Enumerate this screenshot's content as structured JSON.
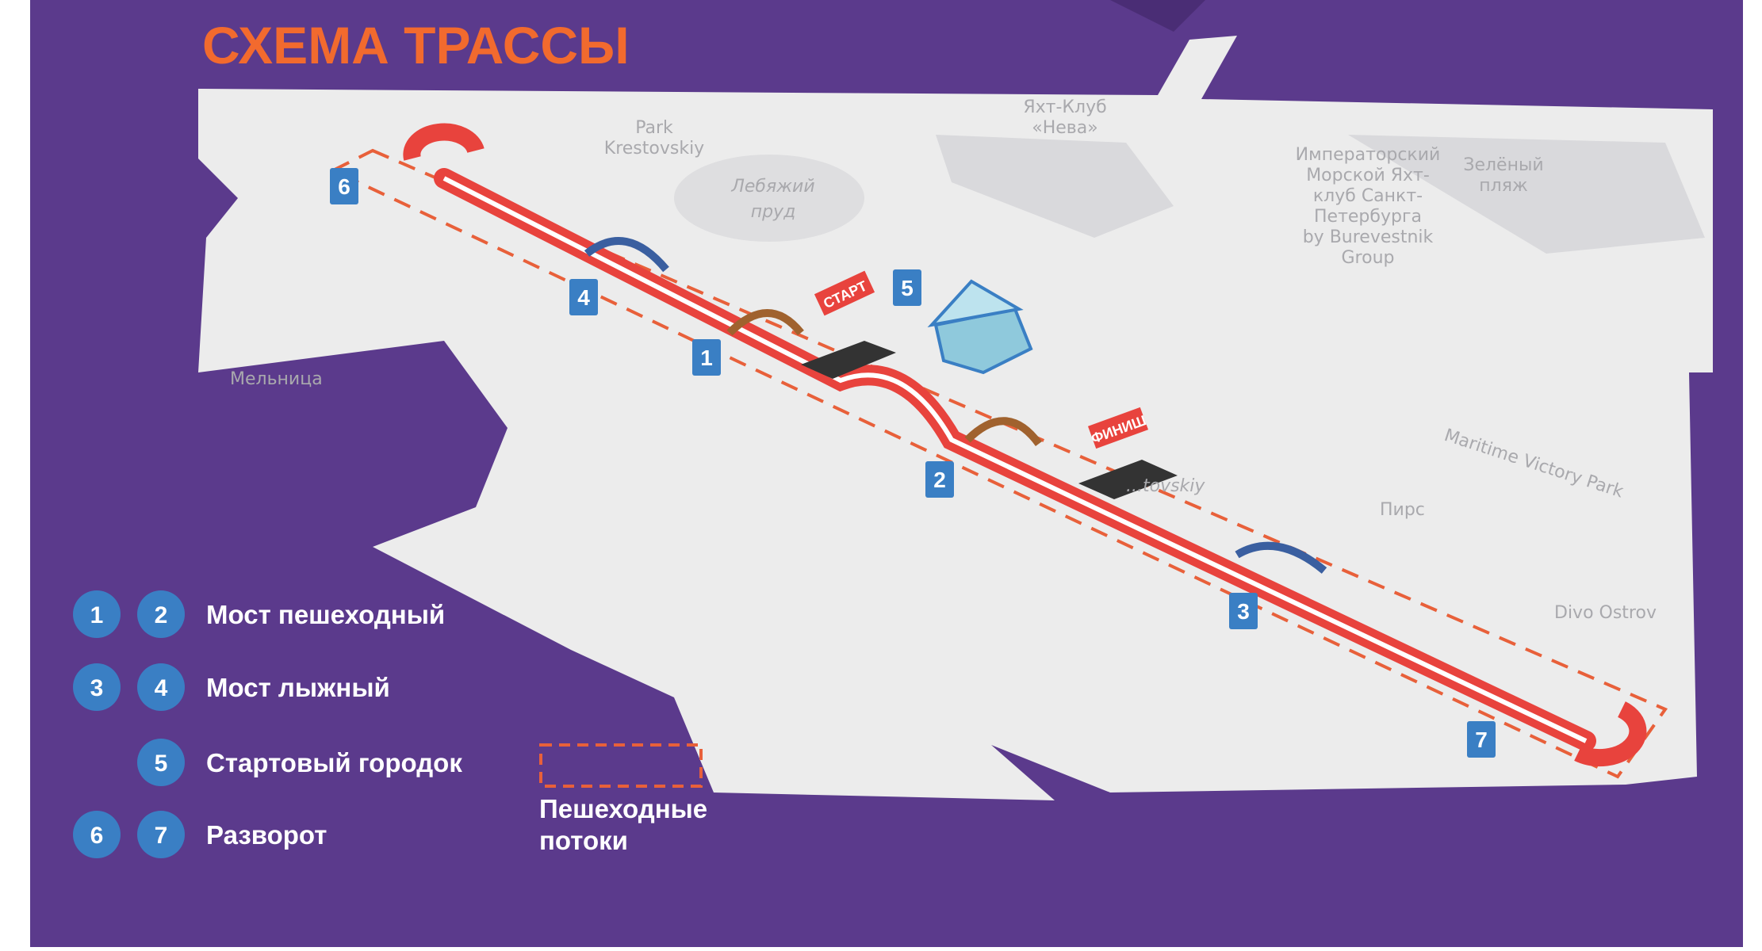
{
  "title": "СХЕМА ТРАССЫ",
  "colors": {
    "background": "#5b3a8c",
    "title": "#f26a2e",
    "track": "#e8433d",
    "marker": "#3a7fc4",
    "map": "#ececec"
  },
  "map_labels": {
    "park": [
      "Park",
      "Krestovskiy"
    ],
    "pond": [
      "Лебяжий",
      "пруд"
    ],
    "yacht_neva": [
      "Яхт-Клуб",
      "«Нева»"
    ],
    "imperial": [
      "Императорский",
      "Морской Яхт-",
      "клуб Санкт-",
      "Петербурга",
      "by Burevestnik",
      "Group"
    ],
    "beach": [
      "Зелёный",
      "пляж"
    ],
    "mill": "Мельница",
    "pier": "Пирс",
    "divo": "Divo Ostrov",
    "victory": "Maritime Victory Park",
    "island": "...tovskiy"
  },
  "banners": {
    "start": "СТАРТ",
    "finish": "ФИНИШ"
  },
  "markers": [
    "1",
    "2",
    "3",
    "4",
    "5",
    "6",
    "7"
  ],
  "legend": [
    {
      "numbers": [
        "1",
        "2"
      ],
      "label": "Мост пешеходный"
    },
    {
      "numbers": [
        "3",
        "4"
      ],
      "label": "Мост лыжный"
    },
    {
      "numbers": [
        "5"
      ],
      "label": "Стартовый городок"
    },
    {
      "numbers": [
        "6",
        "7"
      ],
      "label": "Разворот"
    }
  ],
  "pedestrian_legend": [
    "Пешеходные",
    "потоки"
  ]
}
